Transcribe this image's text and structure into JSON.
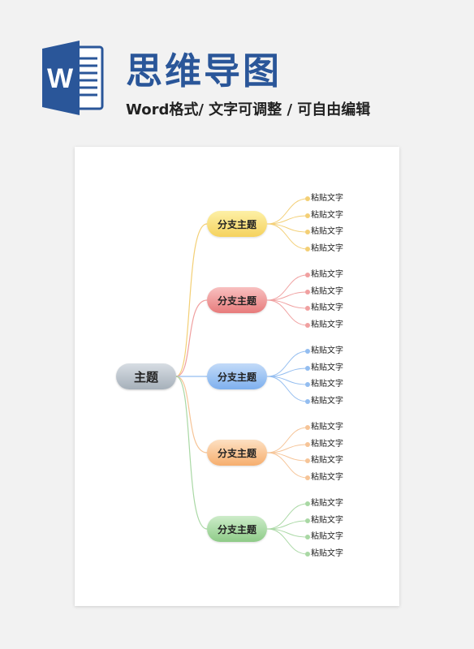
{
  "header": {
    "logo_letter": "W",
    "title": "思维导图",
    "subtitle": "Word格式/ 文字可调整 / 可自由编辑",
    "brand_color": "#2a5699"
  },
  "mindmap": {
    "root": {
      "label": "主题"
    },
    "branches": [
      {
        "label": "分支主题",
        "color": "yellow",
        "fill_top": "#fdf0a6",
        "fill_bottom": "#f5d25e",
        "line": "#f3cf75",
        "leaves": [
          "粘贴文字",
          "粘贴文字",
          "粘贴文字",
          "粘贴文字"
        ]
      },
      {
        "label": "分支主题",
        "color": "red",
        "fill_top": "#f8c0c0",
        "fill_bottom": "#e77b7b",
        "line": "#f0a0a0",
        "leaves": [
          "粘贴文字",
          "粘贴文字",
          "粘贴文字",
          "粘贴文字"
        ]
      },
      {
        "label": "分支主题",
        "color": "blue",
        "fill_top": "#c2daf8",
        "fill_bottom": "#7eb0ee",
        "line": "#93bdf0",
        "leaves": [
          "粘贴文字",
          "粘贴文字",
          "粘贴文字",
          "粘贴文字"
        ]
      },
      {
        "label": "分支主题",
        "color": "orange",
        "fill_top": "#fde0c2",
        "fill_bottom": "#f6ae6e",
        "line": "#f6c497",
        "leaves": [
          "粘贴文字",
          "粘贴文字",
          "粘贴文字",
          "粘贴文字"
        ]
      },
      {
        "label": "分支主题",
        "color": "green",
        "fill_top": "#cdecc9",
        "fill_bottom": "#8ecb88",
        "line": "#a9d8a4",
        "leaves": [
          "粘贴文字",
          "粘贴文字",
          "粘贴文字",
          "粘贴文字"
        ]
      }
    ]
  }
}
